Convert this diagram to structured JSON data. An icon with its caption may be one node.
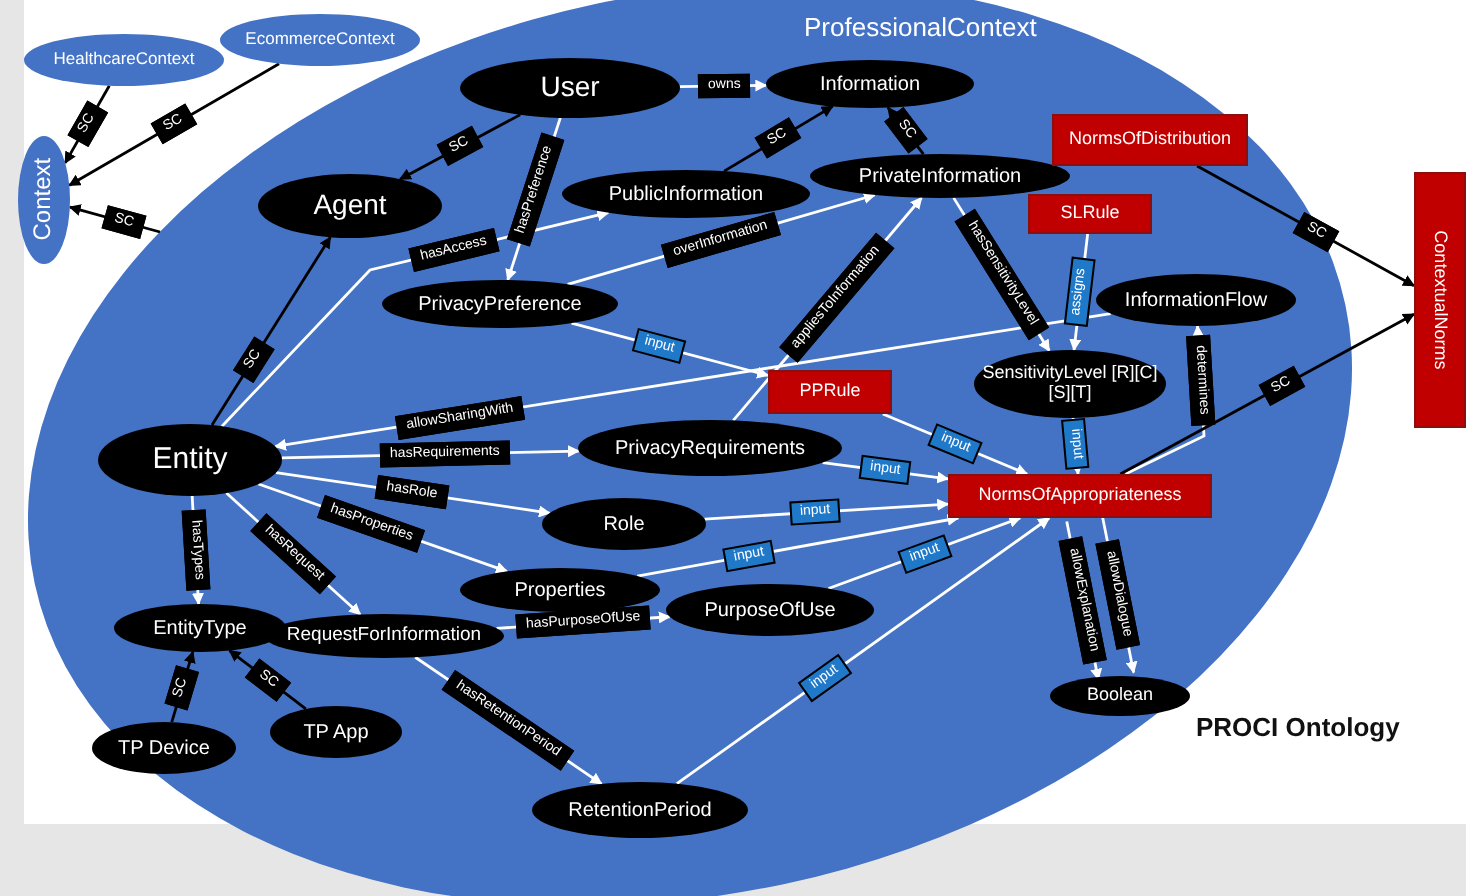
{
  "diagram": {
    "nodes": [
      {
        "text": [
          "HealthcareContext"
        ]
      },
      {
        "text": [
          "EcommerceContext"
        ]
      },
      {
        "text": [
          "Context"
        ]
      },
      {
        "text": [
          "ProfessionalContext"
        ]
      },
      {
        "text": [
          "User"
        ],
        "in": 3
      },
      {
        "text": [
          "Information"
        ],
        "in": 3
      },
      {
        "text": [
          "Agent"
        ],
        "in": 3
      },
      {
        "text": [
          "PublicInformation"
        ],
        "in": 3
      },
      {
        "text": [
          "PrivateInformation"
        ],
        "in": 3
      },
      {
        "text": [
          "NormsOfDistribution"
        ],
        "in": 3
      },
      {
        "text": [
          "SLRule"
        ],
        "in": 3
      },
      {
        "text": [
          "PrivacyPreference"
        ],
        "in": 3
      },
      {
        "text": [
          "InformationFlow"
        ],
        "in": 3
      },
      {
        "text": [
          "Entity"
        ],
        "in": 3
      },
      {
        "text": [
          "SensitivityLevel [R][C][S][T]"
        ],
        "in": 3
      },
      {
        "text": [
          "PPRule"
        ],
        "in": 3
      },
      {
        "text": [
          "PrivacyRequirements"
        ],
        "in": 3
      },
      {
        "text": [
          "NormsOfAppropriateness"
        ],
        "in": 3
      },
      {
        "text": [
          "Role"
        ],
        "in": 3
      },
      {
        "text": [
          "Properties"
        ],
        "in": 3
      },
      {
        "text": [
          "EntityType"
        ],
        "in": 3
      },
      {
        "text": [
          "RequestForInformation"
        ],
        "in": 3
      },
      {
        "text": [
          "PurposeOfUse"
        ],
        "in": 3
      },
      {
        "text": [
          "TP Device"
        ],
        "in": 3
      },
      {
        "text": [
          "TP App"
        ],
        "in": 3
      },
      {
        "text": [
          "Boolean"
        ],
        "in": 3
      },
      {
        "text": [
          "RetentionPeriod"
        ],
        "in": 3
      },
      {
        "text": [
          "ContextualNorms"
        ]
      }
    ],
    "edges": [
      {
        "from": 0,
        "to": 2,
        "arrow": "to",
        "label": "SC",
        "color": "#000000"
      },
      {
        "from": 1,
        "to": 2,
        "arrow": "to",
        "label": "SC",
        "color": "#000000"
      },
      {
        "from": 3,
        "to": 2,
        "arrow": "to",
        "label": "SC",
        "color": "#000000"
      },
      {
        "from": 4,
        "to": 6,
        "arrow": "to",
        "label": "SC",
        "color": "#000000"
      },
      {
        "from": 13,
        "to": 6,
        "arrow": "to",
        "label": "SC",
        "color": "#000000"
      },
      {
        "from": 4,
        "to": 5,
        "arrow": "to",
        "label": "owns"
      },
      {
        "from": 7,
        "to": 5,
        "arrow": "to",
        "label": "SC",
        "color": "#000000"
      },
      {
        "from": 8,
        "to": 5,
        "arrow": "to",
        "label": "SC",
        "color": "#000000"
      },
      {
        "from": 4,
        "to": 11,
        "arrow": "to",
        "label": "hasPreference"
      },
      {
        "from": 11,
        "to": 8,
        "arrow": "to",
        "label": "overInformation"
      },
      {
        "from": 13,
        "to": 7,
        "arrow": "to",
        "label": "hasAccess"
      },
      {
        "from": 16,
        "to": 8,
        "arrow": "to",
        "label": "appliesToInformation"
      },
      {
        "from": 8,
        "to": 14,
        "arrow": "to",
        "label": "hasSensitivityLevel"
      },
      {
        "from": 10,
        "to": 14,
        "arrow": "to",
        "label": "assigns"
      },
      {
        "from": 12,
        "to": 13,
        "arrow": "to",
        "label": "allowSharingWith"
      },
      {
        "from": 11,
        "to": 15,
        "arrow": "to",
        "label": "input"
      },
      {
        "from": 15,
        "to": 17,
        "arrow": "to",
        "label": "input"
      },
      {
        "from": 14,
        "to": 17,
        "arrow": "to",
        "label": "input"
      },
      {
        "from": 16,
        "to": 17,
        "arrow": "to",
        "label": "input"
      },
      {
        "from": 18,
        "to": 17,
        "arrow": "to",
        "label": "input"
      },
      {
        "from": 19,
        "to": 17,
        "arrow": "to",
        "label": "input"
      },
      {
        "from": 22,
        "to": 17,
        "arrow": "to",
        "label": "input"
      },
      {
        "from": 26,
        "to": 17,
        "arrow": "to",
        "label": "input"
      },
      {
        "from": 17,
        "to": 12,
        "arrow": "to",
        "label": "determines"
      },
      {
        "from": 17,
        "to": 27,
        "arrow": "to",
        "label": "SC",
        "color": "#000000"
      },
      {
        "from": 9,
        "to": 27,
        "arrow": "to",
        "label": "SC",
        "color": "#000000"
      },
      {
        "from": 17,
        "to": 25,
        "arrow": "to",
        "label": "allowDialogue"
      },
      {
        "from": 17,
        "to": 25,
        "arrow": "to",
        "label": "allowExplanation"
      },
      {
        "from": 13,
        "to": 16,
        "arrow": "to",
        "label": "hasRequirements"
      },
      {
        "from": 13,
        "to": 18,
        "arrow": "to",
        "label": "hasRole"
      },
      {
        "from": 13,
        "to": 19,
        "arrow": "to",
        "label": "hasProperties"
      },
      {
        "from": 13,
        "to": 20,
        "arrow": "to",
        "label": "hasTypes"
      },
      {
        "from": 13,
        "to": 21,
        "arrow": "to",
        "label": "hasRequest"
      },
      {
        "from": 21,
        "to": 22,
        "arrow": "to",
        "label": "hasPurposeOfUse"
      },
      {
        "from": 21,
        "to": 26,
        "arrow": "to",
        "label": "hasRetentionPeriod"
      },
      {
        "from": 23,
        "to": 20,
        "arrow": "to",
        "label": "SC",
        "color": "#000000"
      },
      {
        "from": 24,
        "to": 20,
        "arrow": "to",
        "label": "SC",
        "color": "#000000"
      }
    ],
    "labels": [
      "PROCI Ontology"
    ]
  }
}
